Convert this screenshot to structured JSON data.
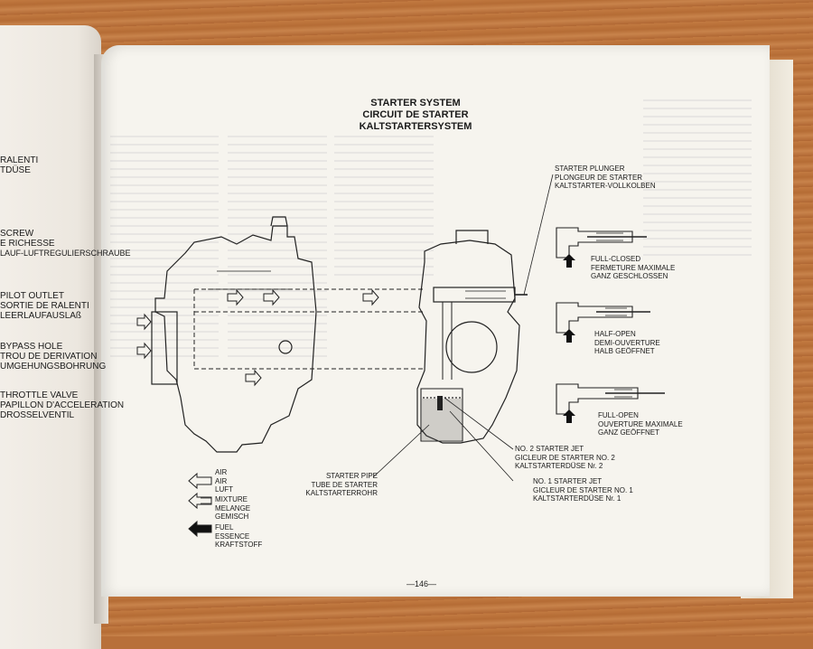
{
  "left_page": {
    "lines": [
      "RALENTI",
      "TDÜSE",
      "SCREW",
      "E RICHESSE",
      "LAUF-LUFTREGULIERSCHRAUBE",
      "PILOT OUTLET",
      "SORTIE DE RALENTI",
      "LEERLAUFAUSLAß",
      "BYPASS HOLE",
      "TROU DE DERIVATION",
      "UMGEHUNGSBOHRUNG",
      "THROTTLE VALVE",
      "PAPILLON D'ACCELERATION",
      "DROSSELVENTIL"
    ]
  },
  "title": {
    "en": "STARTER SYSTEM",
    "fr": "CIRCUIT DE STARTER",
    "de": "KALTSTARTERSYSTEM"
  },
  "labels": {
    "plunger": [
      "STARTER PLUNGER",
      "PLONGEUR DE STARTER",
      "KALTSTARTER-VOLLKOLBEN"
    ],
    "full_closed": [
      "FULL-CLOSED",
      "FERMETURE MAXIMALE",
      "GANZ GESCHLOSSEN"
    ],
    "half_open": [
      "HALF-OPEN",
      "DEMI-OUVERTURE",
      "HALB GEÖFFNET"
    ],
    "full_open": [
      "FULL-OPEN",
      "OUVERTURE MAXIMALE",
      "GANZ GEÖFFNET"
    ],
    "jet2": [
      "NO. 2 STARTER JET",
      "GICLEUR DE STARTER NO. 2",
      "KALTSTARTERDÜSE Nr. 2"
    ],
    "jet1": [
      "NO. 1 STARTER JET",
      "GICLEUR DE STARTER NO. 1",
      "KALTSTARTERDÜSE Nr. 1"
    ],
    "pipe": [
      "STARTER PIPE",
      "TUBE DE STARTER",
      "KALTSTARTERROHR"
    ]
  },
  "legend": {
    "air": [
      "AIR",
      "AIR",
      "LUFT"
    ],
    "mixture": [
      "MIXTURE",
      "MELANGE",
      "GEMISCH"
    ],
    "fuel": [
      "FUEL",
      "ESSENCE",
      "KRAFTSTOFF"
    ]
  },
  "page_number": "—146—"
}
